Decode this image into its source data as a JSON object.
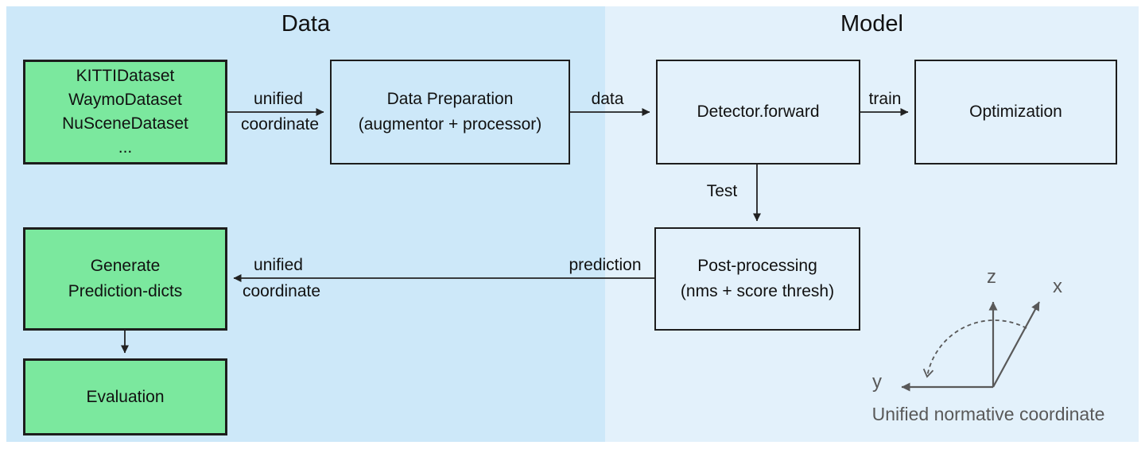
{
  "regions": {
    "data": {
      "title": "Data"
    },
    "model": {
      "title": "Model"
    }
  },
  "nodes": {
    "datasets": {
      "lines": [
        "KITTIDataset",
        "WaymoDataset",
        "NuSceneDataset",
        "..."
      ]
    },
    "data_preparation": {
      "lines": [
        "Data Preparation",
        "(augmentor + processor)"
      ]
    },
    "detector_forward": {
      "label": "Detector.forward"
    },
    "optimization": {
      "label": "Optimization"
    },
    "post_processing": {
      "lines": [
        "Post-processing",
        "(nms + score thresh)"
      ]
    },
    "generate_prediction_dicts": {
      "lines": [
        "Generate",
        "Prediction-dicts"
      ]
    },
    "evaluation": {
      "label": "Evaluation"
    }
  },
  "edges": {
    "datasets_to_preparation": {
      "label_above": "unified",
      "label_below": "coordinate"
    },
    "preparation_to_detector": {
      "label": "data"
    },
    "detector_to_optimization": {
      "label": "train"
    },
    "detector_to_postprocessing": {
      "label": "Test"
    },
    "postprocessing_to_generate": {
      "label_near_source": "prediction",
      "label_above_target": "unified",
      "label_below_target": "coordinate"
    }
  },
  "coordinate_diagram": {
    "axis_x": "x",
    "axis_y": "y",
    "axis_z": "z",
    "caption": "Unified normative coordinate"
  },
  "colors": {
    "background": "#ffffff",
    "region_data_bg": "#cde8f9",
    "region_model_bg": "#e3f1fb",
    "green_node_fill": "#7be89e",
    "node_border": "#1d1d1d",
    "arrow": "#222222",
    "text": "#111111",
    "coordinate_gray": "#595959"
  }
}
